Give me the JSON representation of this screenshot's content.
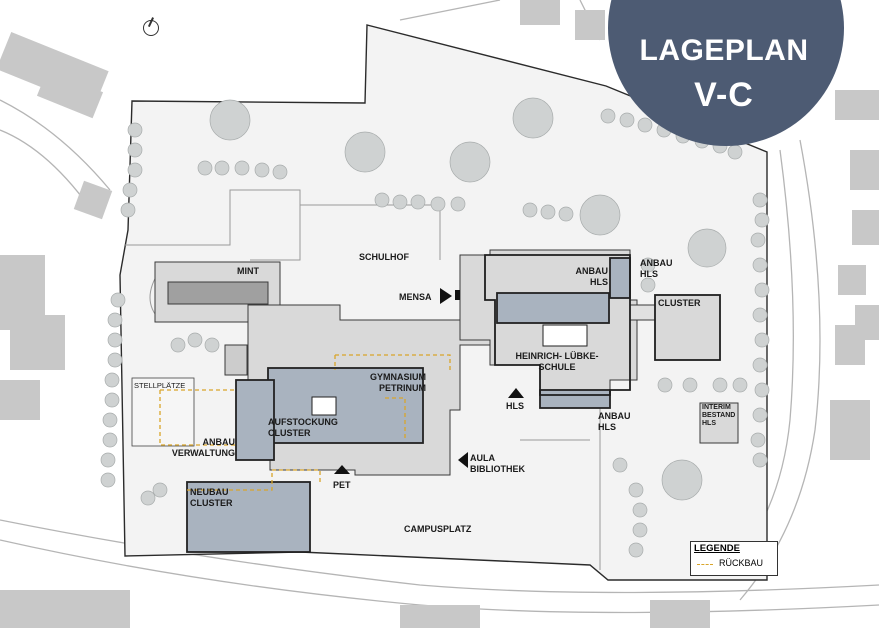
{
  "title": {
    "line1": "LAGEPLAN",
    "line2": "V-C"
  },
  "labels": {
    "schulhof": "SCHULHOF",
    "mint": "MINT",
    "mensa": "MENSA",
    "anbau_hls_top": "ANBAU\nHLS",
    "anbau_hls_right": "ANBAU\nHLS",
    "anbau_hls_bottom": "ANBAU\nHLS",
    "cluster": "CLUSTER",
    "heinrich": "HEINRICH- LÜBKE-\nSCHULE",
    "hls": "HLS",
    "gymnasium": "GYMNASIUM\nPETRINUM",
    "aufstockung": "AUFSTOCKUNG\nCLUSTER",
    "stellplaetze": "STELLPLÄTZE",
    "anbau_verwaltung": "ANBAU\nVERWALTUNG",
    "aula": "AULA\nBIBLIOTHEK",
    "pet": "PET",
    "neubau_cluster": "NEUBAU\nCLUSTER",
    "campusplatz": "CAMPUSPLATZ",
    "interim": "INTERIM\nBESTAND\nHLS"
  },
  "legend": {
    "title": "LEGENDE",
    "rueckbau": "RÜCKBAU"
  },
  "colors": {
    "badge": "#4d5b73",
    "building_existing": "#d9d9d9",
    "building_new": "#a9b3bf",
    "rueckbau_line": "#d9a52a",
    "neighbor_buildings": "#c8c8c8"
  },
  "icons": [
    "north-arrow-icon",
    "entrance-arrow-icon"
  ]
}
